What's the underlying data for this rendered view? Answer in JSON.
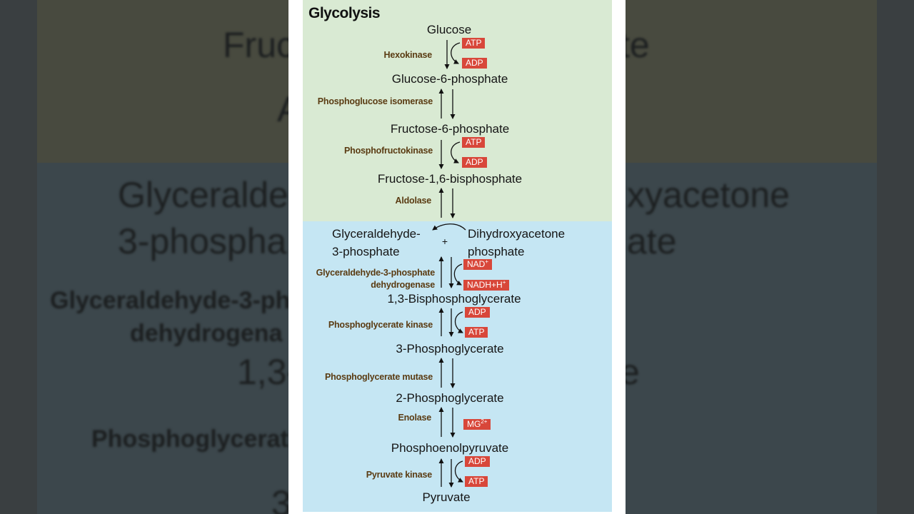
{
  "backdrop": {
    "fragments": [
      "Fruc",
      "te",
      "A",
      "Glyceralde",
      "xyacetone",
      "3-phospha",
      "ate",
      "Glyceraldehyde-3-ph",
      "dehydrogena",
      "1,3-",
      "e",
      "Phosphoglycerat",
      "3"
    ]
  },
  "diagram": {
    "title": "Glycolysis",
    "metabolites": {
      "glucose": "Glucose",
      "g6p": "Glucose-6-phosphate",
      "f6p": "Fructose-6-phosphate",
      "f16bp": "Fructose-1,6-bisphosphate",
      "g3p_line1": "Glyceraldehyde-",
      "g3p_line2": "3-phosphate",
      "plus": "+",
      "dhap_line1": "Dihydroxyacetone",
      "dhap_line2": "phosphate",
      "bpg13": "1,3-Bisphosphoglycerate",
      "pg3": "3-Phosphoglycerate",
      "pg2": "2-Phosphoglycerate",
      "pep": "Phosphoenolpyruvate",
      "pyruvate": "Pyruvate"
    },
    "enzymes": {
      "hexokinase": "Hexokinase",
      "pgi": "Phosphoglucose isomerase",
      "pfk": "Phosphofructokinase",
      "aldolase": "Aldolase",
      "gapdh_line1": "Glyceraldehyde-3-phosphate",
      "gapdh_line2": "dehydrogenase",
      "pgk": "Phosphoglycerate kinase",
      "pgm": "Phosphoglycerate mutase",
      "enolase": "Enolase",
      "pk": "Pyruvate kinase"
    },
    "cofactors": {
      "atp": "ATP",
      "adp": "ADP",
      "nad": "NAD",
      "nad_sup": "+",
      "nadh": "NADH+H",
      "nadh_sup": "+",
      "mg": "MG",
      "mg_sup": "2+"
    },
    "colors": {
      "upper_zone": "#d9ead3",
      "lower_zone": "#c5e6f3",
      "cofactor_tag": "#d8473a",
      "enzyme_text": "#5a3b12"
    }
  }
}
